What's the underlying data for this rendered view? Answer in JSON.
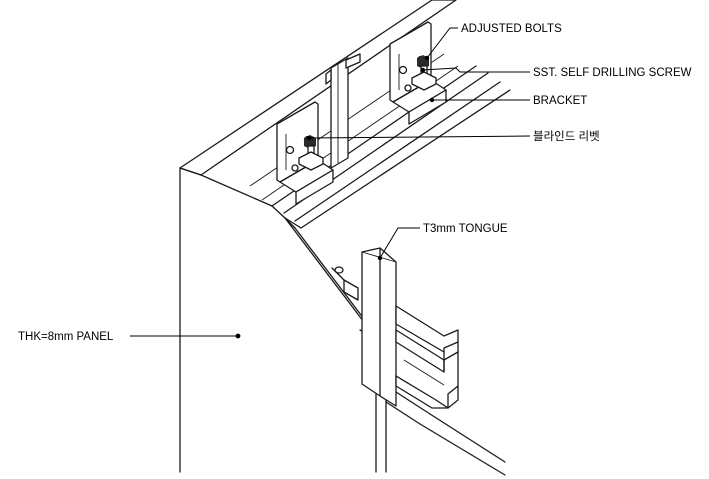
{
  "labels": {
    "adjusted_bolts": "ADJUSTED BOLTS",
    "self_drilling_screw": "SST. SELF DRILLING SCREW",
    "bracket": "BRACKET",
    "blind_rivet": "블라인드 리벳",
    "tongue": "T3mm TONGUE",
    "panel": "THK=8mm PANEL"
  }
}
